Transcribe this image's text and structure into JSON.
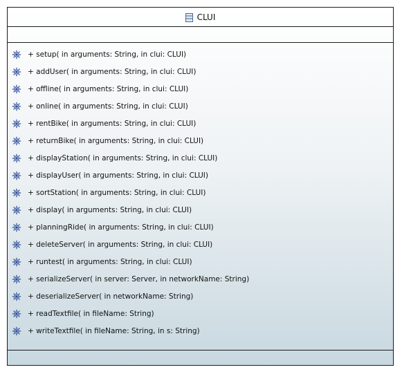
{
  "class_name": "CLUI",
  "operations": [
    "+ setup(  in arguments: String,   in clui: CLUI)",
    "+ addUser(  in arguments: String,   in clui: CLUI)",
    "+ offline(  in arguments: String,   in clui: CLUI)",
    "+ online(  in arguments: String,   in clui: CLUI)",
    "+ rentBike(  in arguments: String,   in clui: CLUI)",
    "+ returnBike(  in arguments: String,   in clui: CLUI)",
    "+ displayStation(  in arguments: String,   in clui: CLUI)",
    "+ displayUser(  in arguments: String,   in clui: CLUI)",
    "+ sortStation(  in arguments: String,   in clui: CLUI)",
    "+ display(  in arguments: String,   in clui: CLUI)",
    "+ planningRide(  in arguments: String,   in clui: CLUI)",
    "+ deleteServer(  in arguments: String,   in clui: CLUI)",
    "+ runtest(  in arguments: String,   in clui: CLUI)",
    "+ serializeServer(  in server: Server,   in networkName: String)",
    "+ deserializeServer(  in networkName: String)",
    "+ readTextfile(  in fileName: String)",
    "+ writeTextfile(  in fileName: String,   in s: String)"
  ],
  "colors": {
    "border": "#1a1a1a",
    "gradient_top": "#ffffff",
    "gradient_bottom": "#c8d8e0",
    "operation_icon": "#2f4f9a"
  },
  "icons": {
    "class": "class-icon",
    "operation": "operation-icon"
  }
}
